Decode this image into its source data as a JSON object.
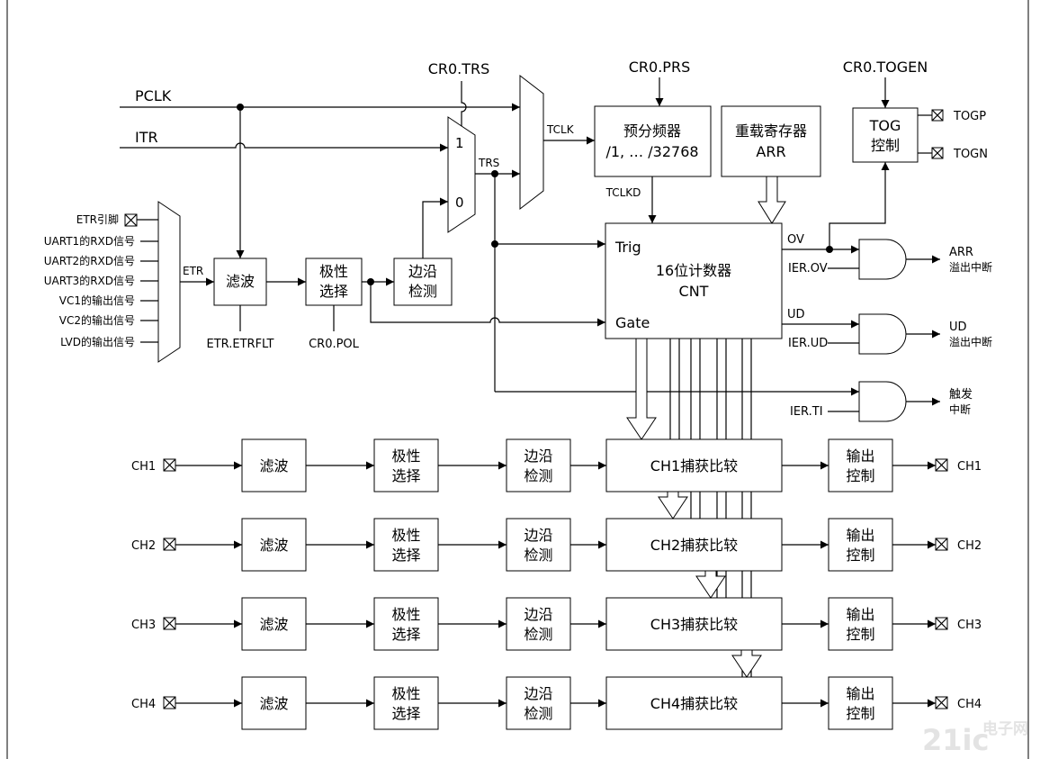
{
  "signals": {
    "pclk": "PCLK",
    "itr": "ITR",
    "etr": "ETR",
    "trs": "TRS",
    "tclk": "TCLK",
    "tclkd": "TCLKD",
    "cr0_trs": "CR0.TRS",
    "cr0_prs": "CR0.PRS",
    "cr0_togen": "CR0.TOGEN",
    "etr_etrflt": "ETR.ETRFLT",
    "cr0_pol": "CR0.POL",
    "mux_in1": "1",
    "mux_in0": "0",
    "ov": "OV",
    "ud": "UD",
    "ier_ov": "IER.OV",
    "ier_ud": "IER.UD",
    "ier_ti": "IER.TI",
    "togp": "TOGP",
    "togn": "TOGN"
  },
  "etr_inputs": [
    "ETR引脚",
    "UART1的RXD信号",
    "UART2的RXD信号",
    "UART3的RXD信号",
    "VC1的输出信号",
    "VC2的输出信号",
    "LVD的输出信号"
  ],
  "blocks": {
    "filter": "滤波",
    "polarity_l1": "极性",
    "polarity_l2": "选择",
    "edge_l1": "边沿",
    "edge_l2": "检测",
    "prescaler_l1": "预分频器",
    "prescaler_l2": "/1, … /32768",
    "arr_l1": "重载寄存器",
    "arr_l2": "ARR",
    "tog_l1": "TOG",
    "tog_l2": "控制",
    "counter_trig": "Trig",
    "counter_gate": "Gate",
    "counter_l1": "16位计数器",
    "counter_l2": "CNT",
    "output_l1": "输出",
    "output_l2": "控制"
  },
  "interrupts": [
    {
      "l1": "ARR",
      "l2": "溢出中断"
    },
    {
      "l1": "UD",
      "l2": "溢出中断"
    },
    {
      "l1": "触发",
      "l2": "中断"
    }
  ],
  "channels": [
    {
      "in": "CH1",
      "cc": "CH1捕获比较",
      "out": "CH1"
    },
    {
      "in": "CH2",
      "cc": "CH2捕获比较",
      "out": "CH2"
    },
    {
      "in": "CH3",
      "cc": "CH3捕获比较",
      "out": "CH3"
    },
    {
      "in": "CH4",
      "cc": "CH4捕获比较",
      "out": "CH4"
    }
  ],
  "watermark": {
    "l1": "21ic",
    "l2": "电子网"
  }
}
